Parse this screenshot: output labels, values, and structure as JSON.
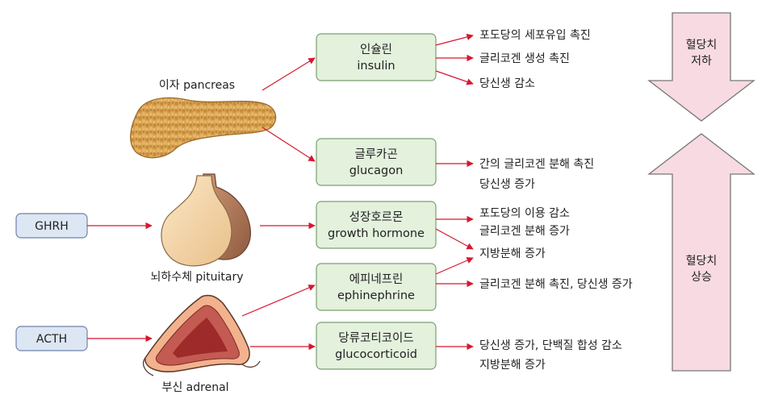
{
  "organs": {
    "pancreas": "이자 pancreas",
    "pituitary": "뇌하수체 pituitary",
    "adrenal": "부신 adrenal"
  },
  "inputs": {
    "ghrh": "GHRH",
    "acth": "ACTH"
  },
  "hormones": {
    "insulin_ko": "인슐린",
    "insulin_en": "insulin",
    "glucagon_ko": "글루카곤",
    "glucagon_en": "glucagon",
    "gh_ko": "성장호르몬",
    "gh_en": "growth hormone",
    "epi_ko": "에피네프린",
    "epi_en": "ephinephrine",
    "gluco_ko": "당류코티코이드",
    "gluco_en": "glucocorticoid"
  },
  "effects": {
    "insulin_1": "포도당의 세포유입 촉진",
    "insulin_2": "글리코겐 생성 촉진",
    "insulin_3": "당신생 감소",
    "glucagon_1": "간의 글리코겐 분해 촉진",
    "glucagon_2": "당신생 증가",
    "gh_1": "포도당의 이용 감소",
    "gh_2": "글리코겐 분해 증가",
    "fat_1": "지방분해 증가",
    "epi_1": "글리코겐 분해 촉진, 당신생 증가",
    "gluco_1": "당신생 증가, 단백질 합성 감소",
    "gluco_2": "지방분해 증가"
  },
  "outcomes": {
    "down_1": "혈당치",
    "down_2": "저하",
    "up_1": "혈당치",
    "up_2": "상승"
  },
  "colors": {
    "arrow": "#d7172f",
    "hormone_box_fill": "#e3f1dd",
    "hormone_box_stroke": "#7aa070",
    "input_box_fill": "#dde6f3",
    "input_box_stroke": "#6d84aa",
    "big_arrow_fill": "#f8dbe2",
    "big_arrow_stroke": "#777777"
  }
}
